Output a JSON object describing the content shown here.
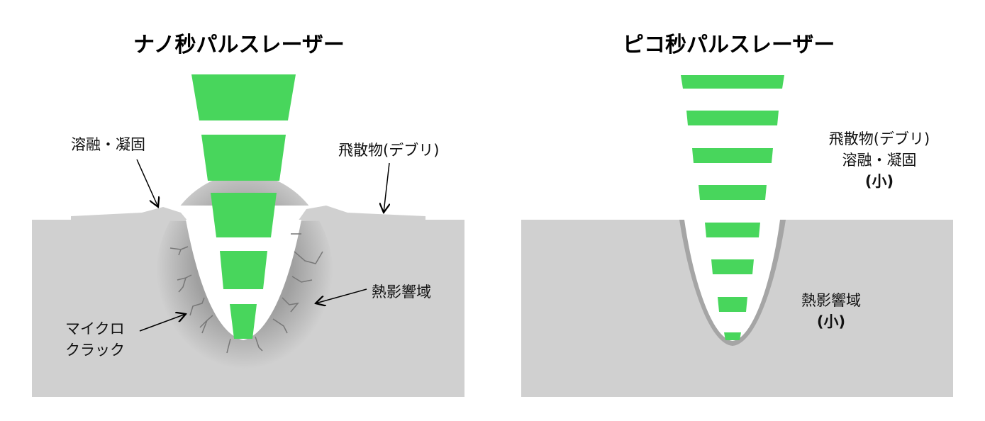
{
  "colors": {
    "laser": "#48d65c",
    "material": "#d0d0d0",
    "haz": "#a8a8a8"
  },
  "left": {
    "title": "ナノ秒パルスレーザー",
    "label_melt": "溶融・凝固",
    "label_debris": "飛散物(デブリ)",
    "label_haz": "熱影響域",
    "label_crack_1": "マイクロ",
    "label_crack_2": "クラック"
  },
  "right": {
    "title": "ピコ秒パルスレーザー",
    "label_debris": "飛散物(デブリ)",
    "label_melt": "溶融・凝固",
    "label_small_1": "(小)",
    "label_haz": "熱影響域",
    "label_small_2": "(小)"
  }
}
